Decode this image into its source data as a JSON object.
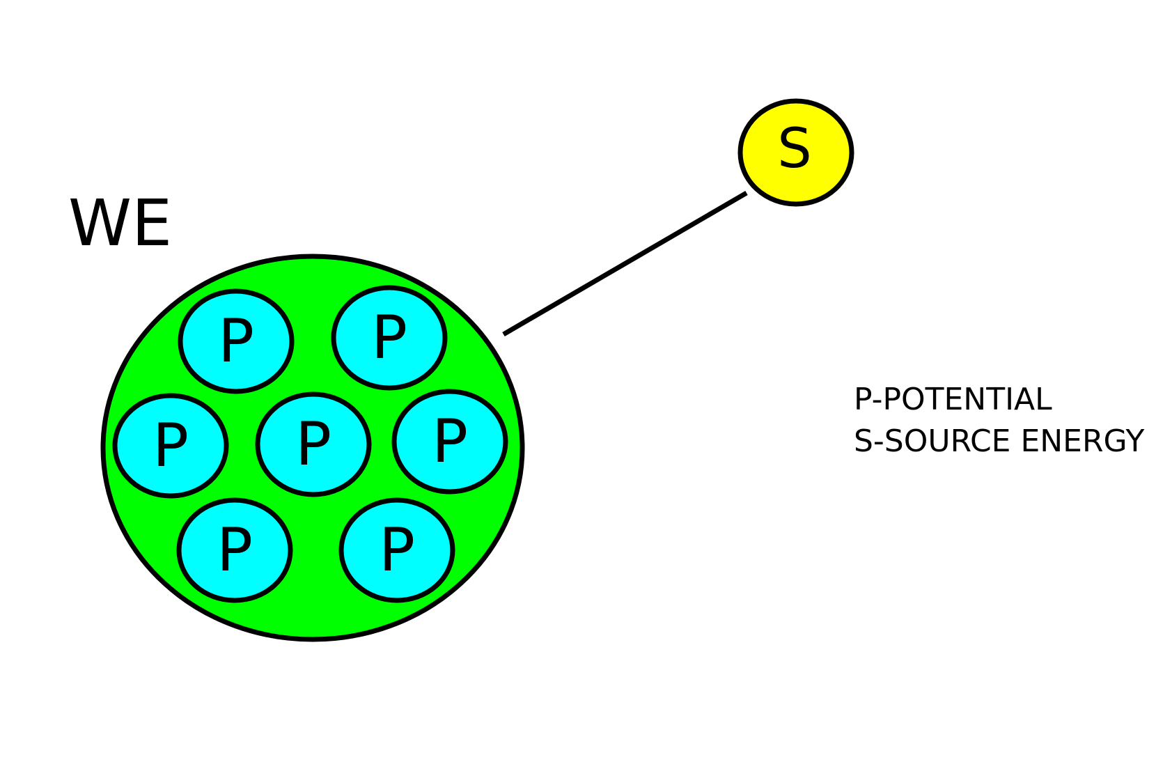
{
  "diagram": {
    "group_label": "WE",
    "potential_letter": "P",
    "potential_count": 7,
    "source_letter": "S",
    "legend": {
      "line1": "P-POTENTIAL",
      "line2": "S-SOURCE ENERGY"
    }
  },
  "colors": {
    "group_fill": "#00ff00",
    "potential_fill": "#00ffff",
    "source_fill": "#ffff00",
    "stroke": "#000000"
  }
}
